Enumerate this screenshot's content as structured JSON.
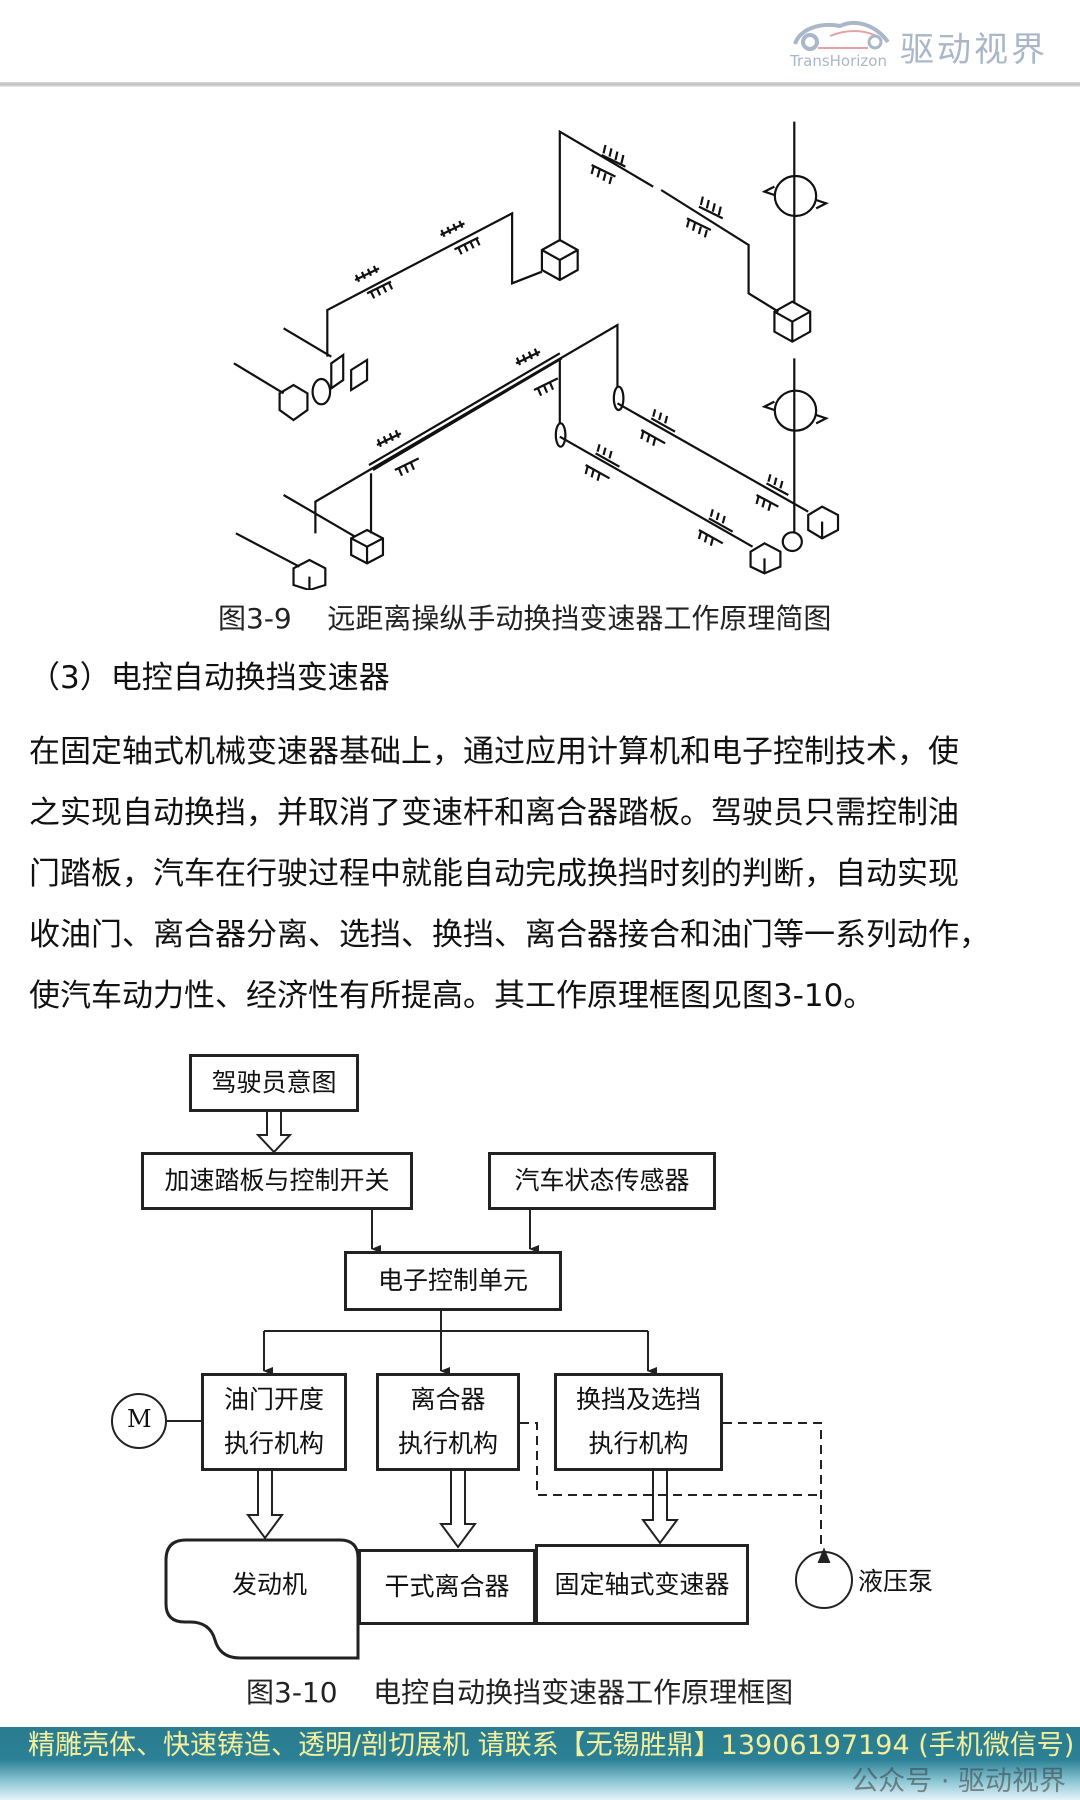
{
  "header": {
    "logo_en": "TransHorizon",
    "logo_cn": "驱动视界"
  },
  "figure_3_9": {
    "caption": "图3-9    远距离操纵手动换挡变速器工作原理简图"
  },
  "section": {
    "heading": "（3）电控自动换挡变速器",
    "paragraph_lines": [
      "在固定轴式机械变速器基础上，通过应用计算机和电子控制技术，使",
      "之实现自动换挡，并取消了变速杆和离合器踏板。驾驶员只需控制油",
      "门踏板，汽车在行驶过程中就能自动完成换挡时刻的判断，自动实现",
      "收油门、离合器分离、选挡、换挡、离合器接合和油门等一系列动作，",
      "使汽车动力性、经济性有所提高。其工作原理框图见图3-10。"
    ]
  },
  "figure_3_10": {
    "caption": "图3-10    电控自动换挡变速器工作原理框图",
    "driver_intent": "驾驶员意图",
    "accel_pedal": "加速踏板与控制开关",
    "vehicle_sensor": "汽车状态传感器",
    "ecu": "电子控制单元",
    "throttle_actuator": [
      "油门开度",
      "执行机构"
    ],
    "clutch_actuator": [
      "离合器",
      "执行机构"
    ],
    "shift_actuator": [
      "换挡及选挡",
      "执行机构"
    ],
    "motor": "M",
    "engine": "发动机",
    "dry_clutch": "干式离合器",
    "gearbox": "固定轴式变速器",
    "pump": "液压泵"
  },
  "footer": {
    "ad_text": "精雕壳体、快速铸造、透明/剖切展机 请联系【无锡胜鼎】13906197194 (手机微信号)",
    "watermark": "公众号 · 驱动视界"
  },
  "colors": {
    "footer_bg": "#2a7c8e",
    "footer_text": "#f4ef9e",
    "logo": "#a9b7c8"
  }
}
